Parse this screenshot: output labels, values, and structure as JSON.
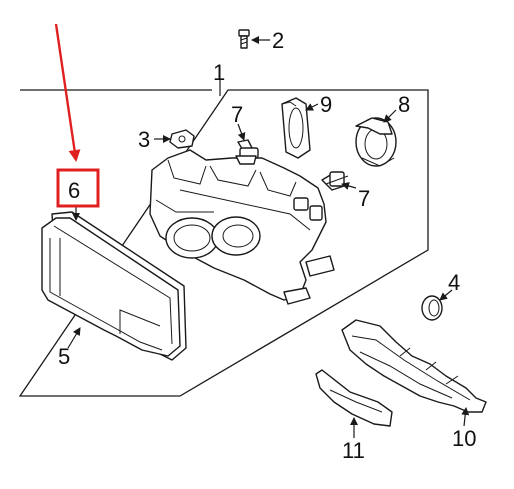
{
  "callouts": {
    "c1": "1",
    "c2": "2",
    "c3": "3",
    "c4": "4",
    "c5": "5",
    "c6": "6",
    "c7a": "7",
    "c7b": "7",
    "c8": "8",
    "c9": "9",
    "c10": "10",
    "c11": "11"
  },
  "colors": {
    "highlight": "#e02020",
    "line": "#1a1a1a",
    "background": "#ffffff"
  }
}
